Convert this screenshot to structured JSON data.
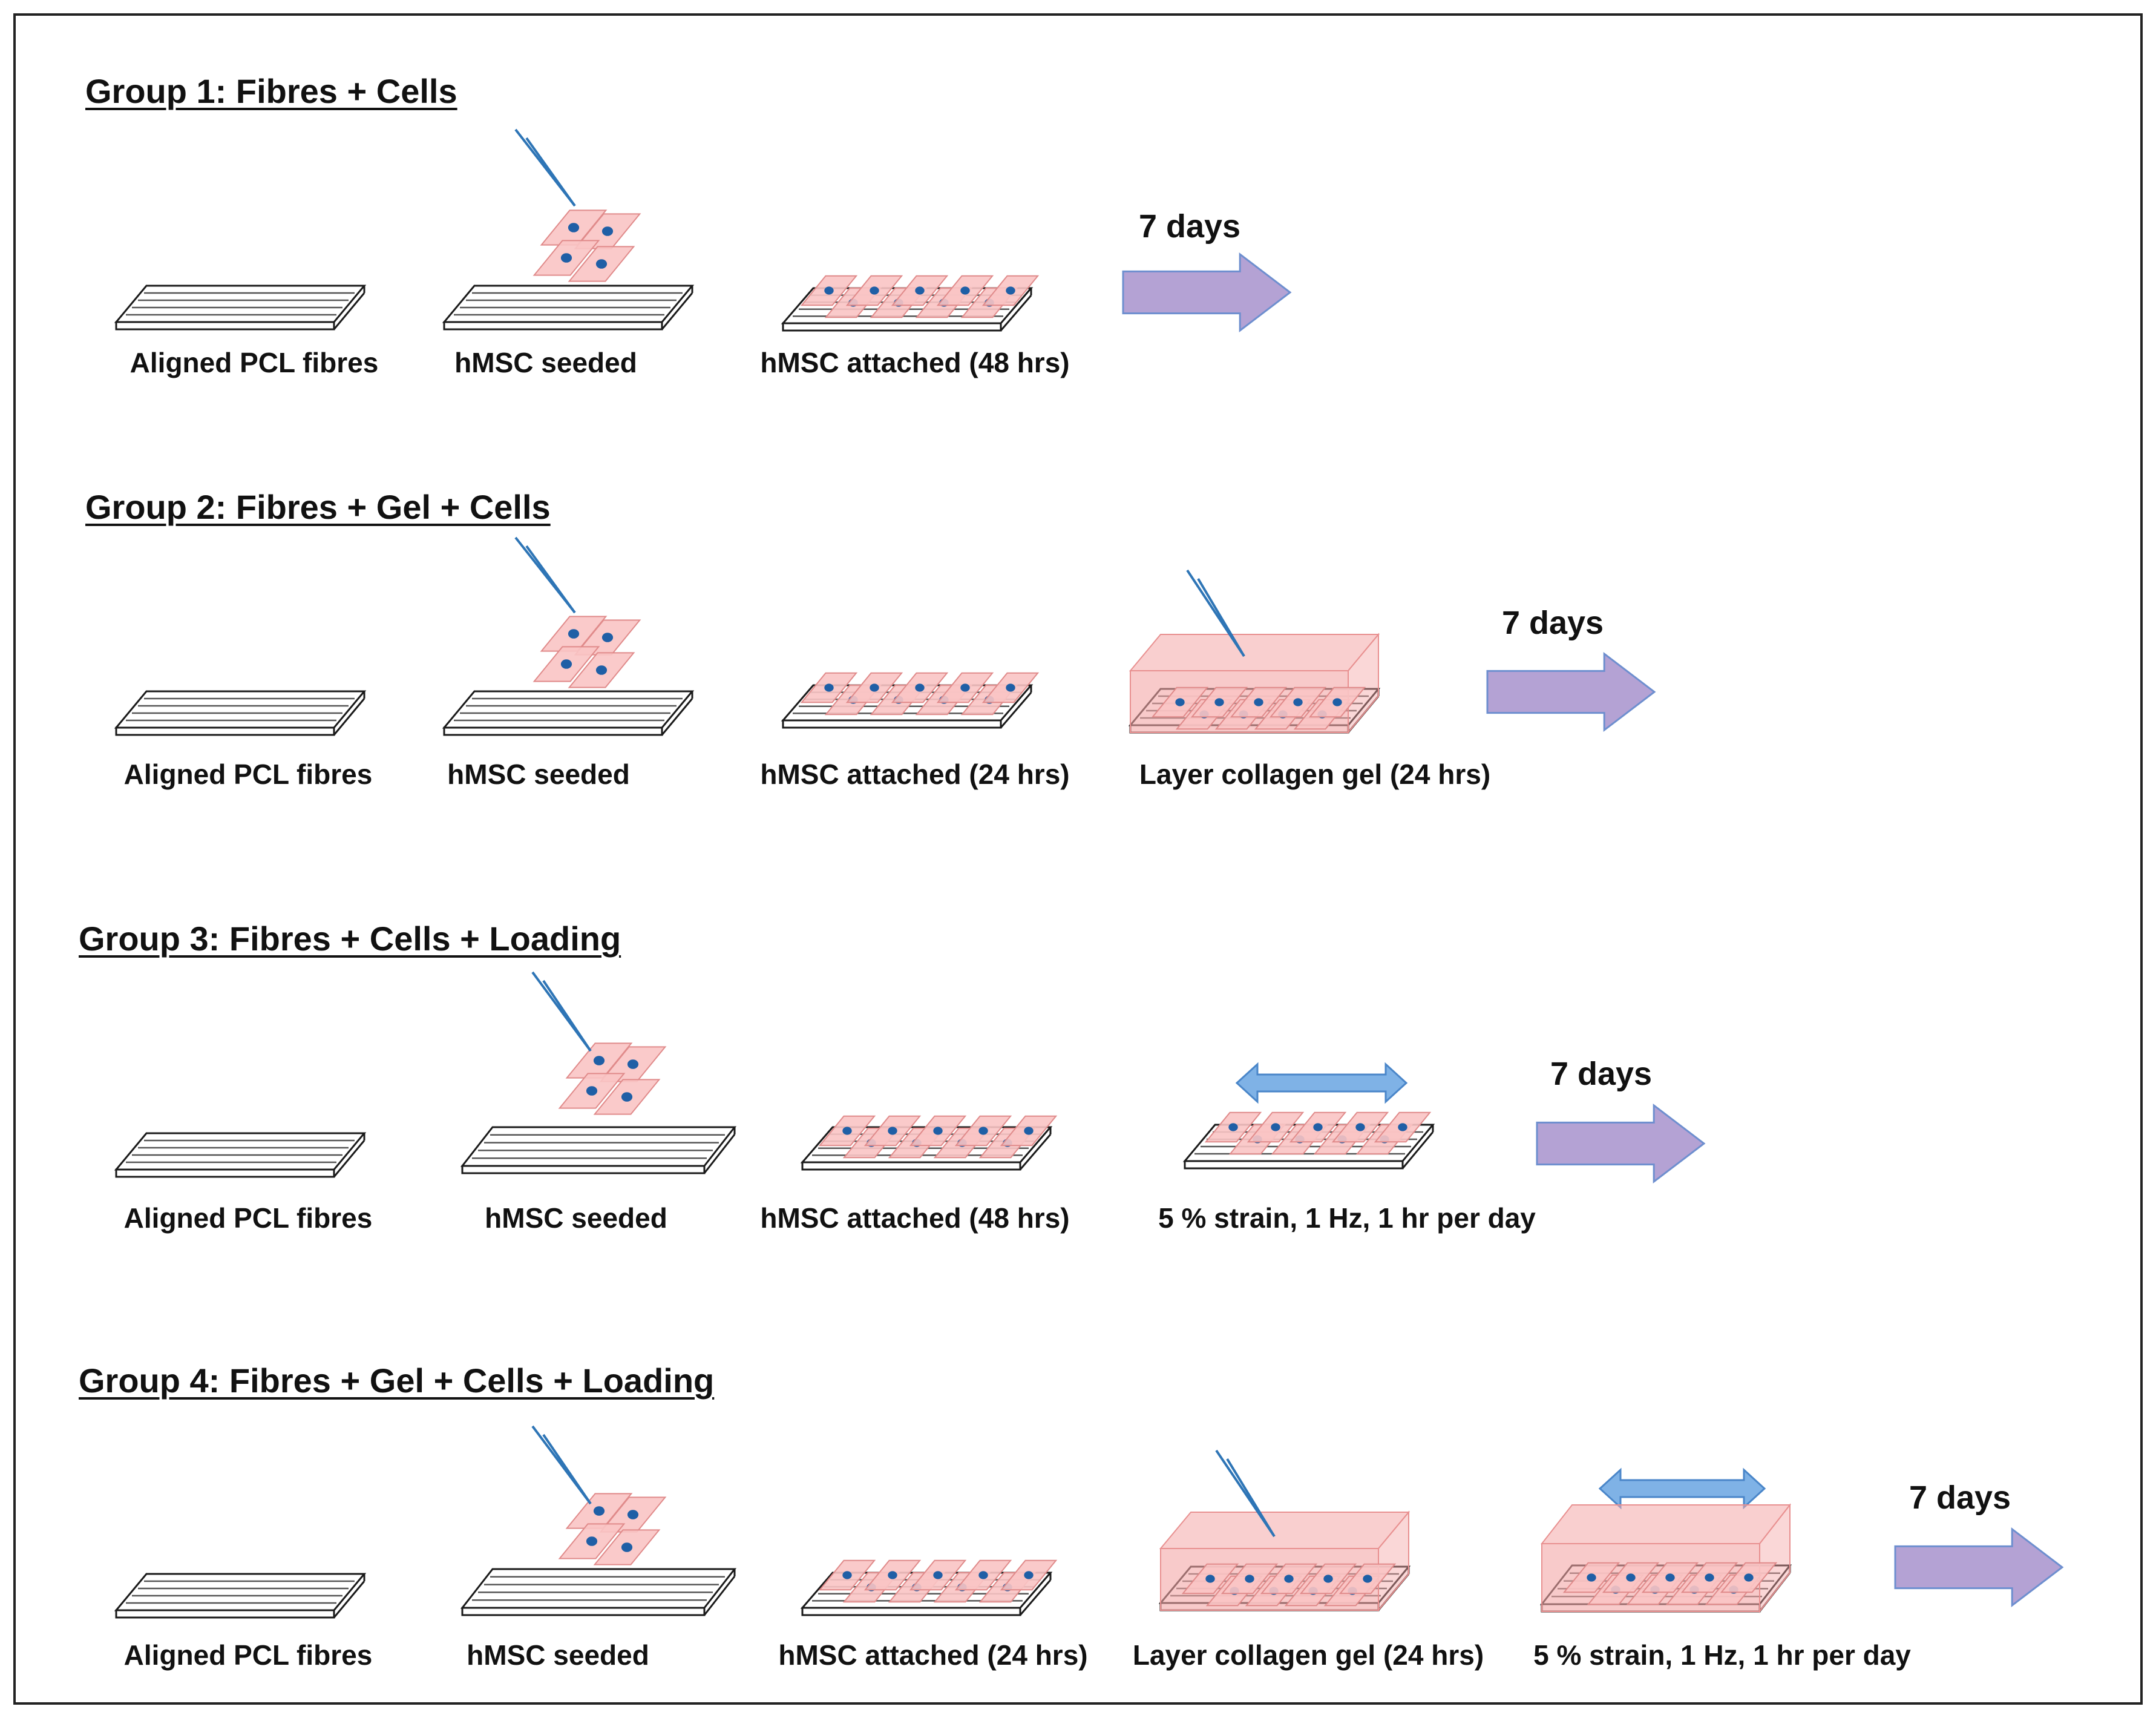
{
  "colors": {
    "fibre_outline": "#1a1a1a",
    "cell_fill": "#f9c4c4",
    "cell_stroke": "#e08a8a",
    "nucleus": "#1f5fa6",
    "pipette": "#2e75b6",
    "gel": "#f4a7a7",
    "purple_arrow": "#b4a2d4",
    "purple_arrow_stroke": "#6e8fcf",
    "strain_arrow": "#7fb2e6",
    "strain_arrow_stroke": "#4a86c9"
  },
  "groups": [
    {
      "title": "Group 1:  Fibres + Cells",
      "steps": [
        "Aligned PCL fibres",
        "hMSC seeded",
        "hMSC attached (48 hrs)"
      ],
      "duration": "7 days"
    },
    {
      "title": "Group 2:  Fibres + Gel + Cells",
      "steps": [
        "Aligned PCL fibres",
        "hMSC seeded",
        "hMSC attached (24 hrs)",
        "Layer collagen gel (24 hrs)"
      ],
      "duration": "7 days"
    },
    {
      "title": "Group 3:  Fibres + Cells + Loading",
      "steps": [
        "Aligned PCL fibres",
        "hMSC seeded",
        "hMSC attached (48 hrs)",
        "5 % strain, 1 Hz, 1 hr per day"
      ],
      "duration": "7 days"
    },
    {
      "title": "Group 4:  Fibres + Gel + Cells + Loading",
      "steps": [
        "Aligned PCL fibres",
        "hMSC seeded",
        "hMSC attached (24 hrs)",
        "Layer collagen gel (24 hrs)",
        "5 % strain, 1 Hz, 1 hr per day"
      ],
      "duration": "7 days"
    }
  ]
}
